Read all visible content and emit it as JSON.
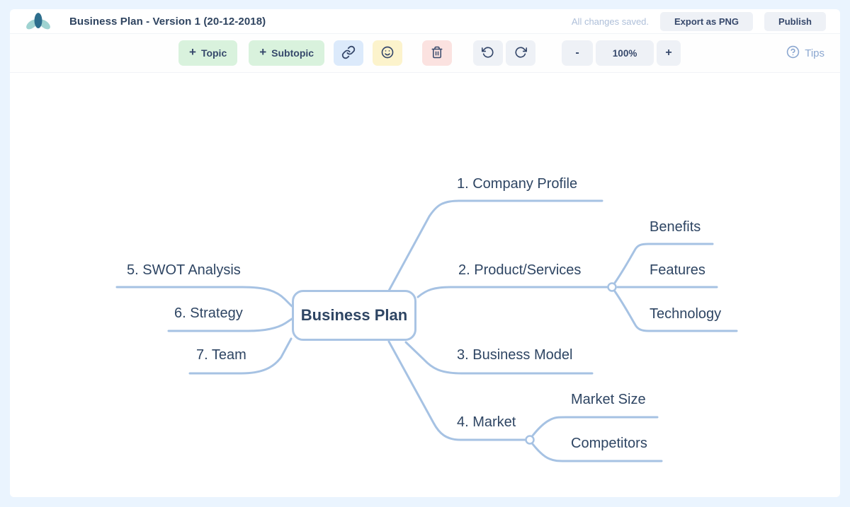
{
  "header": {
    "title": "Business Plan - Version 1 (20-12-2018)",
    "status": "All changes saved.",
    "export_button": "Export as PNG",
    "publish_button": "Publish"
  },
  "toolbar": {
    "plus_glyph": "+",
    "topic_label": "Topic",
    "subtopic_label": "Subtopic",
    "zoom": {
      "out": "-",
      "level": "100%",
      "in": "+"
    },
    "tips_label": "Tips"
  },
  "icons": {
    "logo": "lotus-leaf-logo",
    "link": "link-icon",
    "emoji": "smiley-icon",
    "delete": "trash-icon",
    "undo": "undo-arrow-icon",
    "redo": "redo-arrow-icon",
    "help": "question-circle-icon"
  },
  "mindmap": {
    "root": {
      "label": "Business Plan"
    },
    "topics": [
      {
        "label": "1. Company Profile",
        "children": []
      },
      {
        "label": "2. Product/Services",
        "children": [
          {
            "label": "Benefits"
          },
          {
            "label": "Features"
          },
          {
            "label": "Technology"
          }
        ]
      },
      {
        "label": "3. Business Model",
        "children": []
      },
      {
        "label": "4. Market",
        "children": [
          {
            "label": "Market Size"
          },
          {
            "label": "Competitors"
          }
        ]
      },
      {
        "label": "5. SWOT Analysis",
        "children": []
      },
      {
        "label": "6. Strategy",
        "children": []
      },
      {
        "label": "7. Team",
        "children": []
      }
    ]
  },
  "colors": {
    "frame": "#eaf4fe",
    "line": "#a6c2e3",
    "map_text": "#2e4563",
    "chrome_gray": "#eef1f6",
    "accent_green": "#d9f2dd",
    "accent_blue": "#dceafb",
    "accent_yellow": "#fcf3cc",
    "accent_red": "#fbe2e0",
    "status_text": "#aebfd9",
    "tips_text": "#8ba7d0"
  }
}
